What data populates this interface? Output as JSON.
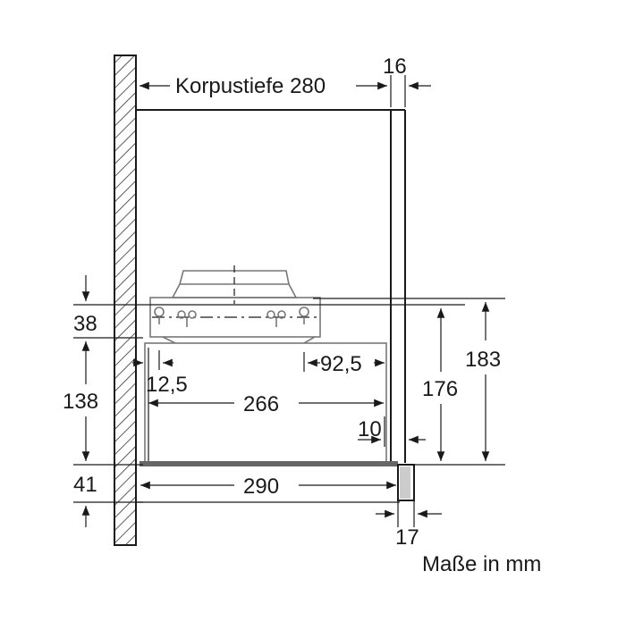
{
  "colors": {
    "ink": "#1a1a1a",
    "hatch": "#333333",
    "part": "#777777"
  },
  "labels": {
    "korpustiefe": "Korpustiefe 280",
    "d16": "16",
    "d38": "38",
    "d183": "183",
    "d176": "176",
    "d92_5": "92,5",
    "d12_5": "12,5",
    "d138": "138",
    "d266": "266",
    "d10": "10",
    "d41": "41",
    "d290": "290",
    "d17": "17",
    "unit_note": "Maße in mm"
  }
}
